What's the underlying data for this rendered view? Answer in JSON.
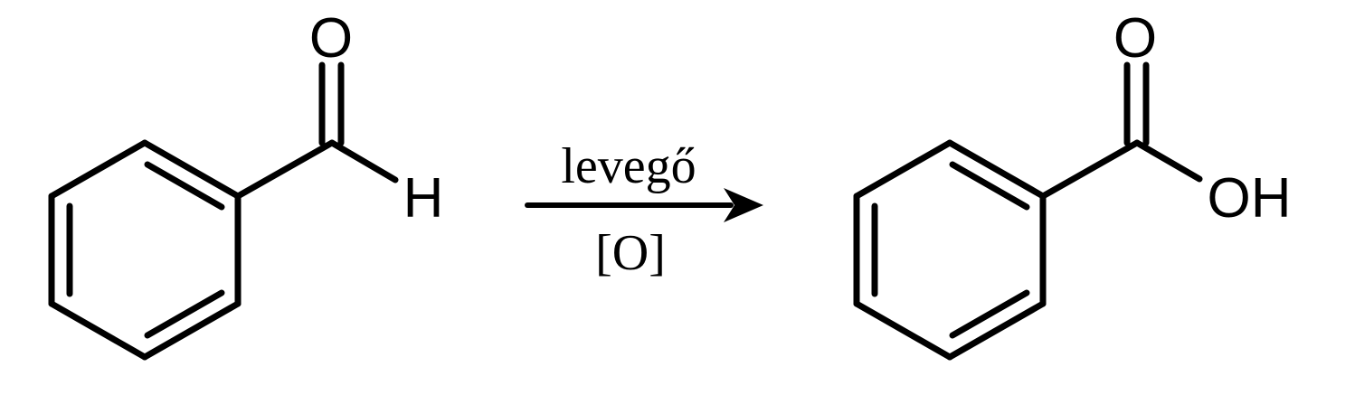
{
  "reactant": {
    "atoms": {
      "oxygen": "O",
      "hydrogen": "H"
    }
  },
  "reaction": {
    "above_arrow": "levegő",
    "below_arrow": "[O]"
  },
  "product": {
    "atoms": {
      "oxygen": "O",
      "hydroxyl": "OH"
    }
  }
}
